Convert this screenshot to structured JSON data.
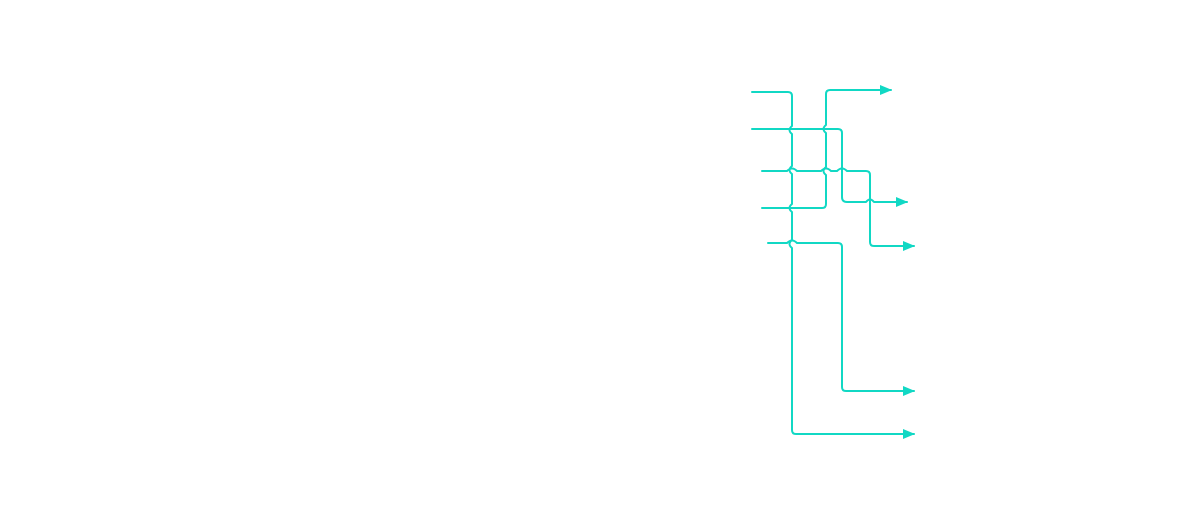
{
  "diagram": {
    "type": "orthogonal-edge-routing",
    "edge_color": "#11d8c4",
    "background": "#ffffff",
    "edges": [
      {
        "name": "edge-1",
        "ends_with_arrow": true
      },
      {
        "name": "edge-2",
        "ends_with_arrow": true
      },
      {
        "name": "edge-3",
        "ends_with_arrow": true
      },
      {
        "name": "edge-4",
        "ends_with_arrow": true
      },
      {
        "name": "edge-5",
        "ends_with_arrow": true
      },
      {
        "name": "edge-6",
        "ends_with_arrow": true
      }
    ]
  }
}
